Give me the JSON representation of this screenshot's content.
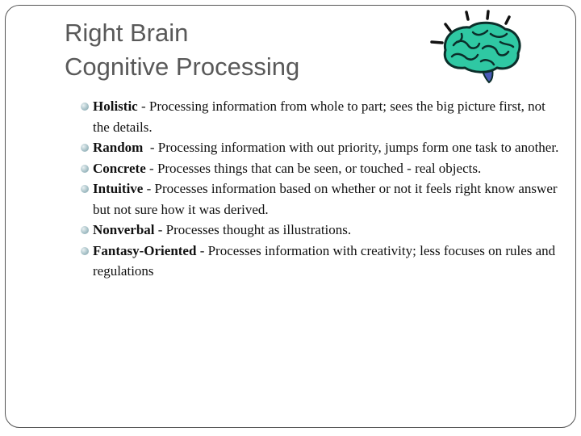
{
  "title": {
    "line1": "Right Brain",
    "line2": "Cognitive Processing"
  },
  "image": {
    "icon": "brain-clipart-icon",
    "colors": {
      "brain": "#2fc8a3",
      "outline": "#0b2e2a",
      "stem": "#4a5ab8"
    }
  },
  "bullets": [
    {
      "term": "Holistic",
      "text": " - Processing information from whole to part; sees the big picture first, not the details."
    },
    {
      "term": "Random",
      "text": "  - Processing information with out priority, jumps form one task to another."
    },
    {
      "term": "Concrete",
      "text": " - Processes things that can be seen, or touched - real objects."
    },
    {
      "term": "Intuitive",
      "text": " - Processes information based on whether or not it feels right know answer but not sure how it was derived."
    },
    {
      "term": "Nonverbal",
      "text": " - Processes thought as illustrations."
    },
    {
      "term": "Fantasy-Oriented",
      "text": " - Processes information with creativity; less focuses on rules and regulations"
    }
  ]
}
